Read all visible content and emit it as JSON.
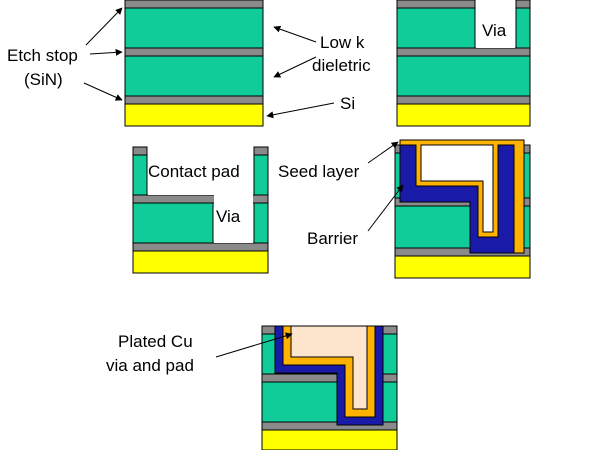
{
  "colors": {
    "dielectric": "#10CC99",
    "etch_stop": "#8A8A8A",
    "silicon": "#FFFF00",
    "barrier": "#1A1AA8",
    "seed": "#FFB300",
    "copper": "#FDE4CC",
    "outline": "#000000",
    "background": "#FFFFFF"
  },
  "labels": {
    "etch_stop": [
      "Etch stop",
      "(SiN)"
    ],
    "low_k": [
      "Low k",
      "dieletric"
    ],
    "si": "Si",
    "via_top": "Via",
    "contact_pad": "Contact pad",
    "via_mid": "Via",
    "seed_layer": "Seed layer",
    "barrier": "Barrier",
    "plated_cu": [
      "Plated Cu",
      "via and pad"
    ]
  }
}
